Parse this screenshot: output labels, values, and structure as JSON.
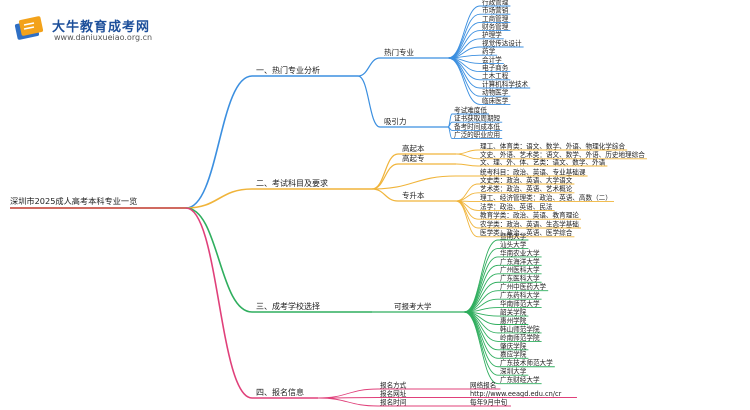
{
  "brand": {
    "name": "大牛教育成考网",
    "url": "www.daniuxueiao.org.cn"
  },
  "root": "深圳市2025成人高考本科专业一览",
  "branches": [
    {
      "label": "一、热门专业分析",
      "color": "#3b8fe0",
      "groups": [
        {
          "label": "热门专业",
          "items": [
            "行政管理",
            "市场营销",
            "工商管理",
            "财务管理",
            "护理学",
            "视觉传达设计",
            "药学",
            "会计学",
            "电子商务",
            "土木工程",
            "计算机科学技术",
            "动物医学",
            "临床医学"
          ]
        },
        {
          "label": "吸引力",
          "items": [
            "考试难度低",
            "证书获取周期短",
            "备考时间成本低",
            "广泛的职业应用"
          ]
        }
      ]
    },
    {
      "label": "二、考试科目及要求",
      "color": "#f0b43a",
      "groups": [
        {
          "label": "高起本",
          "items": [
            "理工、体育类：语文、数学、外语、物理化学综合",
            "文史、外语、艺术类：语文、数学、外语、历史地理综合"
          ]
        },
        {
          "label": "高起专",
          "items": [
            "文、理、外、体、艺类：语文、数学、外语"
          ]
        },
        {
          "label": "",
          "items": [
            "统考科目：政治、英语、专业基础课"
          ]
        },
        {
          "label": "专升本",
          "items": [
            "文史类：政治、英语、大学语文",
            "艺术类：政治、英语、艺术概论",
            "理工、经济管理类：政治、英语、高数（二）",
            "法学：政治、英语、民法",
            "教育学类：政治、英语、教育理论",
            "农学类：政治、英语、生态学基础",
            "医学类：政治、英语、医学综合"
          ]
        }
      ]
    },
    {
      "label": "三、成考学校选择",
      "color": "#2fae5e",
      "groups": [
        {
          "label": "可报考大学",
          "items": [
            "暨南大学",
            "汕头大学",
            "华南农业大学",
            "广东海洋大学",
            "广州医科大学",
            "广东医科大学",
            "广州中医药大学",
            "广东药科大学",
            "华南师范大学",
            "韶关学院",
            "惠州学院",
            "韩山师范学院",
            "岭南师范学院",
            "肇庆学院",
            "嘉应学院",
            "广东技术师范大学",
            "深圳大学",
            "广东财经大学"
          ]
        }
      ]
    },
    {
      "label": "四、报名信息",
      "color": "#e0407a",
      "groups": [
        {
          "label": "",
          "rows": [
            {
              "key": "报名方式",
              "value": "网络报名"
            },
            {
              "key": "报名网址",
              "value": "http://www.eeagd.edu.cn/cr"
            },
            {
              "key": "报名时间",
              "value": "每年9月中旬"
            }
          ]
        }
      ]
    }
  ]
}
